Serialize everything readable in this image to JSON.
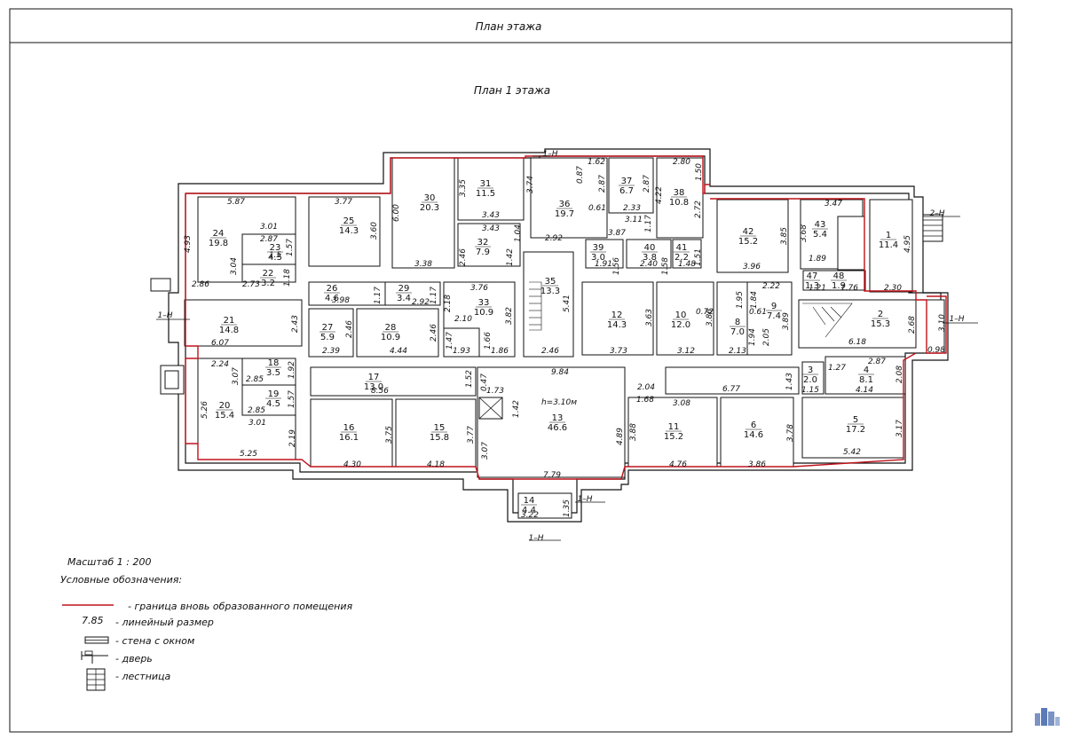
{
  "sheet_title": "План этажа",
  "plan_title": "План 1 этажа",
  "scale_label": "Масштаб 1 : 200",
  "legend_title": "Условные обозначения:",
  "legend": [
    {
      "text": "- граница вновь образованного помещения",
      "key": "boundary",
      "color": "#c0121b"
    },
    {
      "text": "- линейный размер",
      "key": "dimension",
      "sample": "7.85"
    },
    {
      "text": "- стена с окном",
      "key": "window"
    },
    {
      "text": "- дверь",
      "key": "door"
    },
    {
      "text": "- лестница",
      "key": "stairs"
    }
  ],
  "section_marks": [
    "1–Н",
    "1–Н",
    "1–Н",
    "1–Н",
    "1–Н",
    "2–Н"
  ],
  "rooms": [
    {
      "num": "1",
      "area": "11.4"
    },
    {
      "num": "2",
      "area": "15.3"
    },
    {
      "num": "3",
      "area": "2.0"
    },
    {
      "num": "4",
      "area": "8.1"
    },
    {
      "num": "5",
      "area": "17.2"
    },
    {
      "num": "6",
      "area": "14.6"
    },
    {
      "num": "8",
      "area": "7.0"
    },
    {
      "num": "9",
      "area": "7.4"
    },
    {
      "num": "10",
      "area": "12.0"
    },
    {
      "num": "11",
      "area": "15.2"
    },
    {
      "num": "12",
      "area": "14.3"
    },
    {
      "num": "13",
      "area": "46.6"
    },
    {
      "num": "14",
      "area": "4.4"
    },
    {
      "num": "15",
      "area": "15.8"
    },
    {
      "num": "16",
      "area": "16.1"
    },
    {
      "num": "17",
      "area": "13.0"
    },
    {
      "num": "18",
      "area": "3.5"
    },
    {
      "num": "19",
      "area": "4.5"
    },
    {
      "num": "20",
      "area": "15.4"
    },
    {
      "num": "21",
      "area": "14.8"
    },
    {
      "num": "22",
      "area": "3.2"
    },
    {
      "num": "23",
      "area": "4.5"
    },
    {
      "num": "24",
      "area": "19.8"
    },
    {
      "num": "25",
      "area": "14.3"
    },
    {
      "num": "26",
      "area": "4.6"
    },
    {
      "num": "27",
      "area": "5.9"
    },
    {
      "num": "28",
      "area": "10.9"
    },
    {
      "num": "29",
      "area": "3.4"
    },
    {
      "num": "30",
      "area": "20.3"
    },
    {
      "num": "31",
      "area": "11.5"
    },
    {
      "num": "32",
      "area": "7.9"
    },
    {
      "num": "33",
      "area": "10.9"
    },
    {
      "num": "35",
      "area": "13.3"
    },
    {
      "num": "36",
      "area": "19.7"
    },
    {
      "num": "37",
      "area": "6.7"
    },
    {
      "num": "38",
      "area": "10.8"
    },
    {
      "num": "39",
      "area": "3.0"
    },
    {
      "num": "40",
      "area": "3.8"
    },
    {
      "num": "41",
      "area": "2.2"
    },
    {
      "num": "42",
      "area": "15.2"
    },
    {
      "num": "43",
      "area": "5.4"
    },
    {
      "num": "47",
      "area": "1.3"
    },
    {
      "num": "48",
      "area": "1.9"
    }
  ],
  "corridor_height": "h=3.10м",
  "dimensions": [
    "5.87",
    "3.77",
    "4.93",
    "3.01",
    "2.87",
    "1.57",
    "3.04",
    "1.5",
    "2.86",
    "2.73",
    "1.18",
    "3.60",
    "6.00",
    "3.38",
    "3.35",
    "3.43",
    "3.43",
    "2.46",
    "1.42",
    "1.04",
    "3.74",
    "1.62",
    "0.87",
    "2.87",
    "2.87",
    "0.61",
    "2.33",
    "4.22",
    "3.11",
    "1.17",
    "2.80",
    "1.50",
    "2.72",
    "2.92",
    "3.87",
    "1.91",
    "1.56",
    "2.40",
    "1.58",
    "1.48",
    "1.51",
    "3.96",
    "3.85",
    "3.47",
    "3.68",
    "1.89",
    "2.22",
    "1.21",
    "1.76",
    "2.30",
    "4.95",
    "3.98",
    "1.17",
    "2.92",
    "1.17",
    "3.76",
    "2.18",
    "2.10",
    "3.82",
    "5.41",
    "6.07",
    "2.43",
    "2.39",
    "2.46",
    "4.44",
    "2.46",
    "1.47",
    "1.93",
    "1.66",
    "1.86",
    "2.46",
    "3.73",
    "3.63",
    "3.12",
    "3.86",
    "0.72",
    "1.95",
    "0.61",
    "1.84",
    "2.13",
    "1.94",
    "2.05",
    "3.89",
    "6.18",
    "2.68",
    "3.10",
    "0.98",
    "2.24",
    "3.07",
    "2.85",
    "1.92",
    "2.85",
    "1.57",
    "5.26",
    "3.01",
    "2.19",
    "5.25",
    "8.56",
    "1.52",
    "0.47",
    "1.73",
    "9.84",
    "1.42",
    "3.07",
    "4.30",
    "3.75",
    "4.18",
    "3.77",
    "2.04",
    "1.68",
    "3.08",
    "6.77",
    "1.43",
    "1.27",
    "2.87",
    "1.15",
    "4.14",
    "2.08",
    "4.89",
    "3.88",
    "4.76",
    "3.86",
    "3.78",
    "5.42",
    "3.17",
    "7.79",
    "3.22",
    "1.35"
  ]
}
